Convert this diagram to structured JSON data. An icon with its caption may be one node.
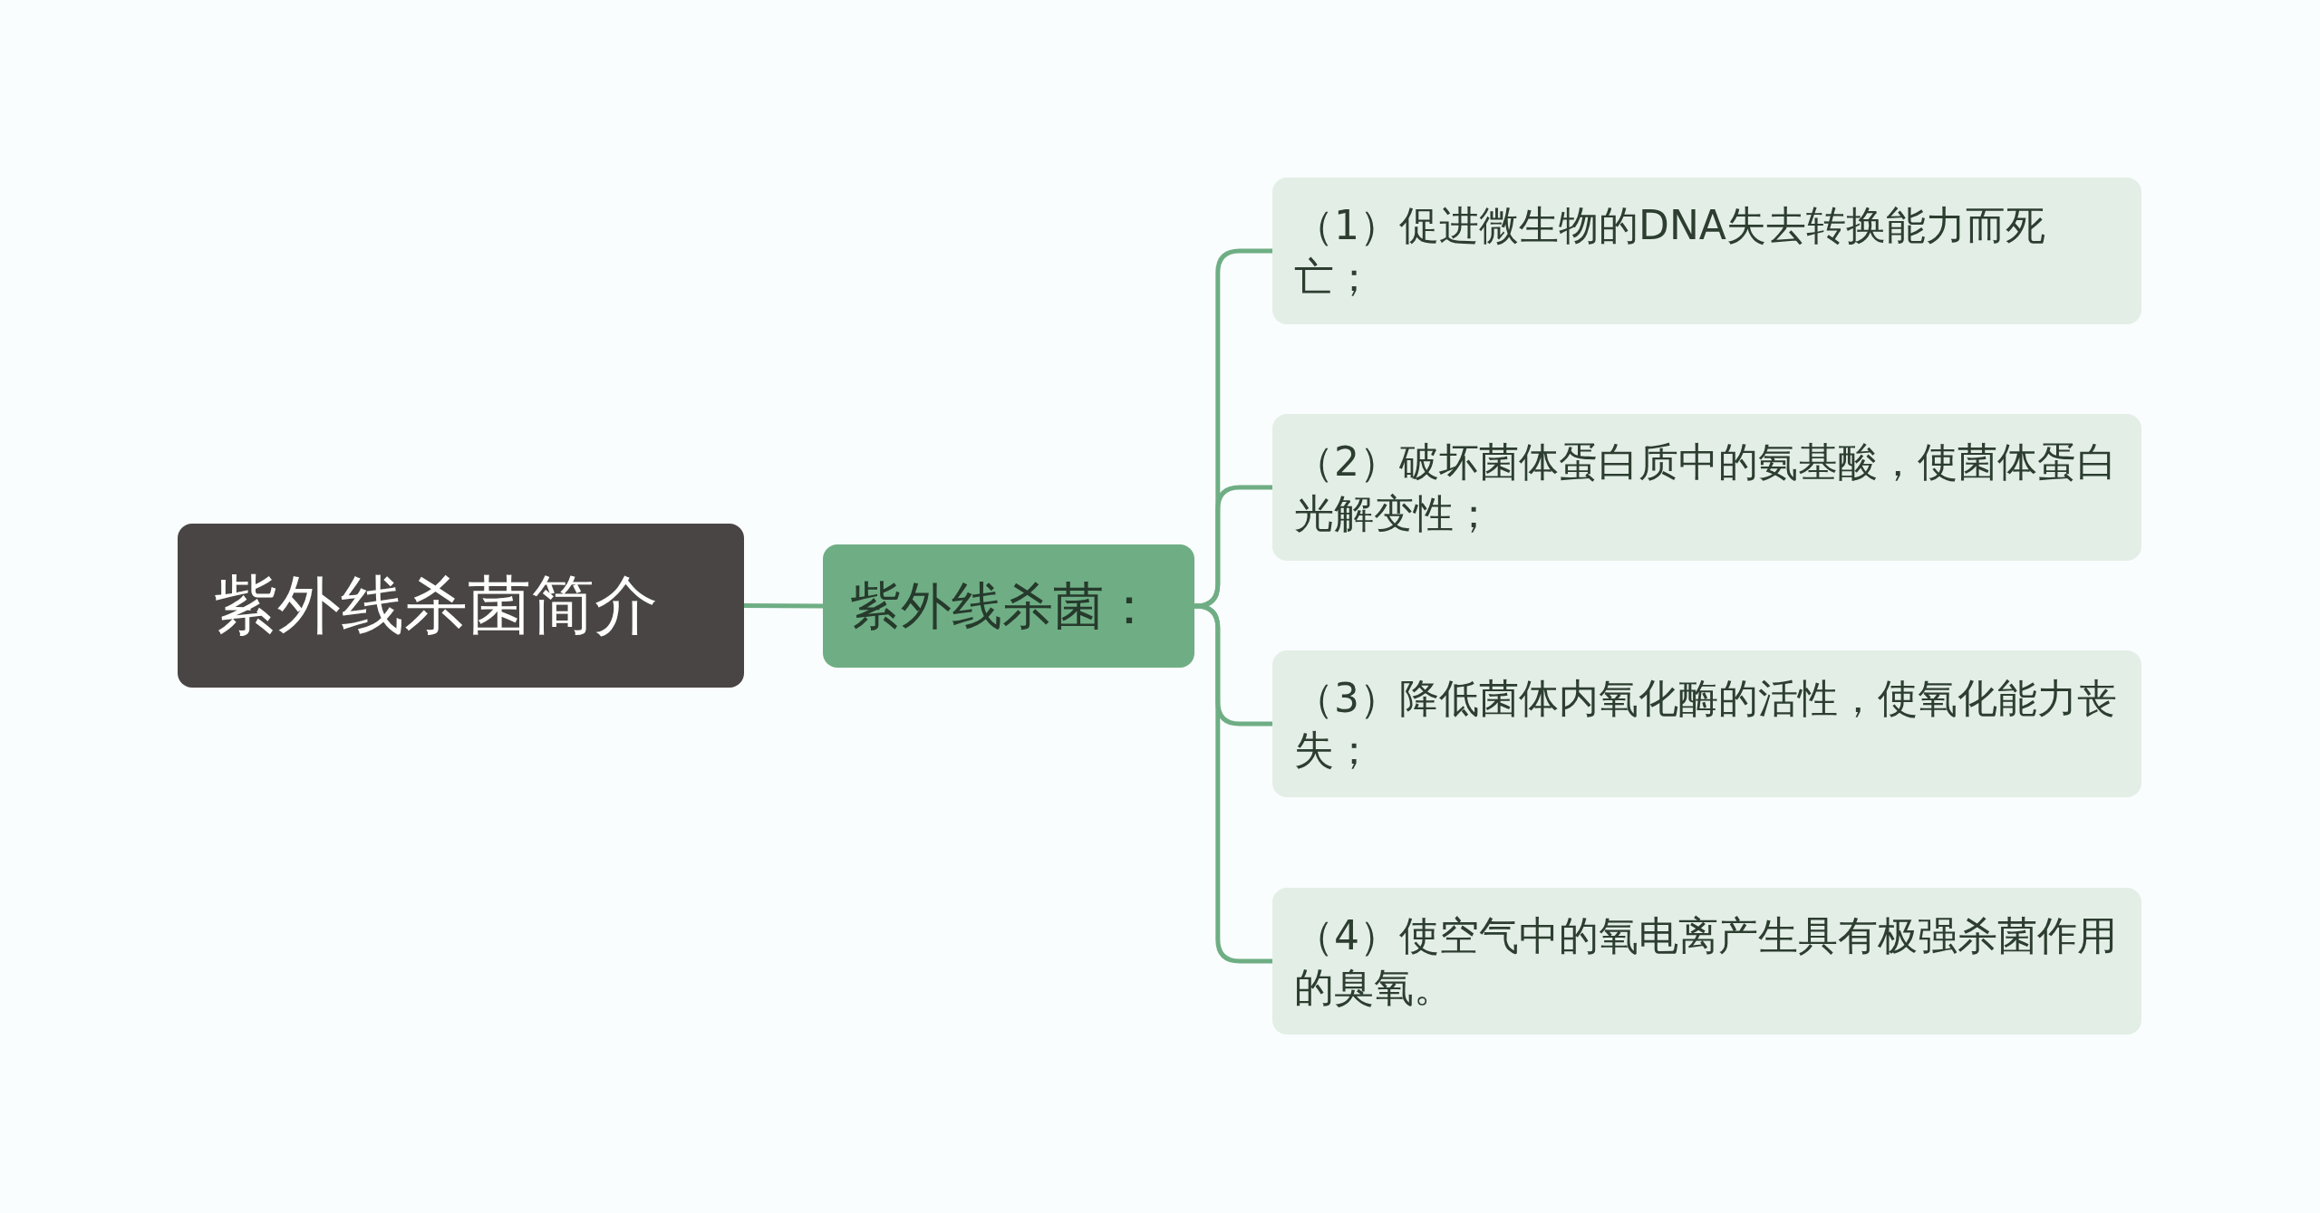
{
  "diagram": {
    "nodes": [
      {
        "text": [
          "紫外线杀菌简介"
        ]
      },
      {
        "text": [
          "紫外线杀菌："
        ]
      },
      {
        "text": [
          "（1）促进微生物的DNA失去转换能力而死亡；"
        ]
      },
      {
        "text": [
          "（2）破坏菌体蛋白质中的氨基酸，使菌体蛋白光解变性；"
        ]
      },
      {
        "text": [
          "（3）降低菌体内氧化酶的活性，使氧化能力丧失；"
        ]
      },
      {
        "text": [
          "（4）使空气中的氧电离产生具有极强杀菌作用的臭氧。"
        ]
      }
    ],
    "edges": [
      {
        "from": 0,
        "to": 1,
        "arrow": "none"
      },
      {
        "from": 1,
        "to": 2,
        "arrow": "none"
      },
      {
        "from": 1,
        "to": 3,
        "arrow": "none"
      },
      {
        "from": 1,
        "to": 4,
        "arrow": "none"
      },
      {
        "from": 1,
        "to": 5,
        "arrow": "none"
      }
    ]
  }
}
